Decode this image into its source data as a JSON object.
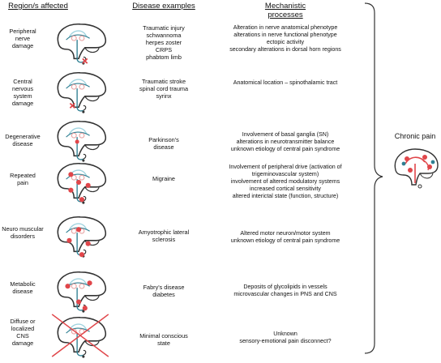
{
  "headers": {
    "region": "Region/s affected",
    "disease": "Disease examples",
    "mech1": "Mechanistic",
    "mech2": "processes"
  },
  "rows": [
    {
      "region": [
        "Peripheral",
        "nerve",
        "damage"
      ],
      "diseases": [
        "Traumatic injury",
        "schwannoma",
        "herpes zoster",
        "CRPS",
        "phabtom limb"
      ],
      "mechanisms": [
        "Alteration in nerve anatomical phenotype",
        "alterations in nerve functional phenotype",
        "ectopic activity",
        "secondary alterations in dorsal horn regions"
      ]
    },
    {
      "region": [
        "Central",
        "nervous",
        "system",
        "damage"
      ],
      "diseases": [
        "Traumatic stroke",
        "spinal cord trauma",
        "syrinx"
      ],
      "mechanisms": [
        "Anatomical location – spinothalamic tract"
      ]
    },
    {
      "region": [
        "Degenerative",
        "disease"
      ],
      "diseases": [
        "Parkinson's",
        "disease"
      ],
      "mechanisms": [
        "Involvement of basal ganglia (SN)",
        "alterations in neurotransmitter balance",
        "unknown etiology of central pain syndrome"
      ]
    },
    {
      "region": [
        "Repeated",
        "pain"
      ],
      "diseases": [
        "Migraine"
      ],
      "mechanisms": [
        "Involvement of peripheral drive (activation of",
        "trigeminovascular system)",
        "involvement of altered modulatory systems",
        "increased cortical sensitivity",
        "altered interictal state (function, structure)"
      ]
    },
    {
      "region": [
        "Neuro muscular",
        "disorders"
      ],
      "diseases": [
        "Amyotrophic lateral",
        "sclerosis"
      ],
      "mechanisms": [
        "Altered motor neuron/motor system",
        "unknown etiology of central pain syndrome"
      ]
    },
    {
      "region": [
        "Metabolic",
        "disease"
      ],
      "diseases": [
        "Fabry's disease",
        "diabetes"
      ],
      "mechanisms": [
        "Deposits of glycolipids in vessels",
        "microvascular changes in PNS and CNS"
      ]
    },
    {
      "region": [
        "Diffuse or",
        "localized",
        "CNS",
        "damage"
      ],
      "diseases": [
        "Minimal conscious",
        "state"
      ],
      "mechanisms": [
        "Unknown",
        "sensory-emotional pain disconnect?"
      ]
    }
  ],
  "outcome": "Chronic pain",
  "colors": {
    "lesion": "#e0464a",
    "pathway_light": "#9fd3df",
    "pathway_dark": "#2e7f92",
    "outline": "#333333",
    "nucleus": "#e8a6a6",
    "cross": "#e0464a"
  },
  "icons": [
    "brain-sagittal-icon",
    "lesion-dot-icon",
    "cross-mark-icon",
    "curly-bracket-icon"
  ]
}
